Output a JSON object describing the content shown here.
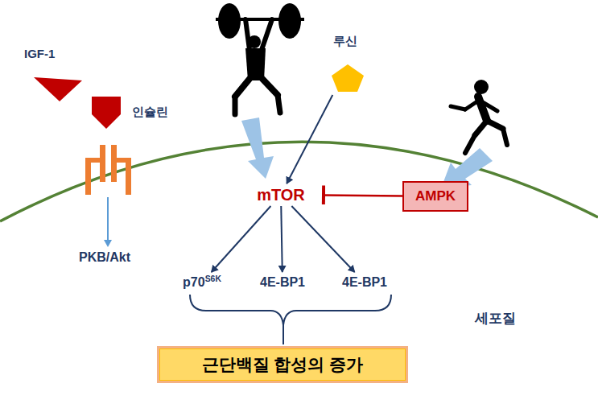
{
  "diagram": {
    "nodes": [
      {
        "text": [
          "IGF-1"
        ]
      },
      {
        "text": [
          "인슐린"
        ]
      },
      {
        "text": [
          "루신"
        ]
      },
      {
        "text": [
          "mTOR"
        ]
      },
      {
        "text": [
          "AMPK"
        ]
      },
      {
        "text": [
          "PKB/Akt"
        ]
      },
      {
        "text": [
          "p70S6K"
        ]
      },
      {
        "text": [
          "4E-BP1"
        ]
      },
      {
        "text": [
          "4E-BP1"
        ]
      },
      {
        "text": [
          "근단백질 합성의 증가"
        ]
      }
    ],
    "edges": [
      {
        "from": 2,
        "to": 3,
        "arrow": "to"
      },
      {
        "from": 4,
        "to": 3,
        "arrow": "to"
      },
      {
        "from": 3,
        "to": 6,
        "arrow": "to"
      },
      {
        "from": 3,
        "to": 7,
        "arrow": "to"
      },
      {
        "from": 3,
        "to": 8,
        "arrow": "to"
      }
    ],
    "labels": [
      "세포질"
    ]
  }
}
